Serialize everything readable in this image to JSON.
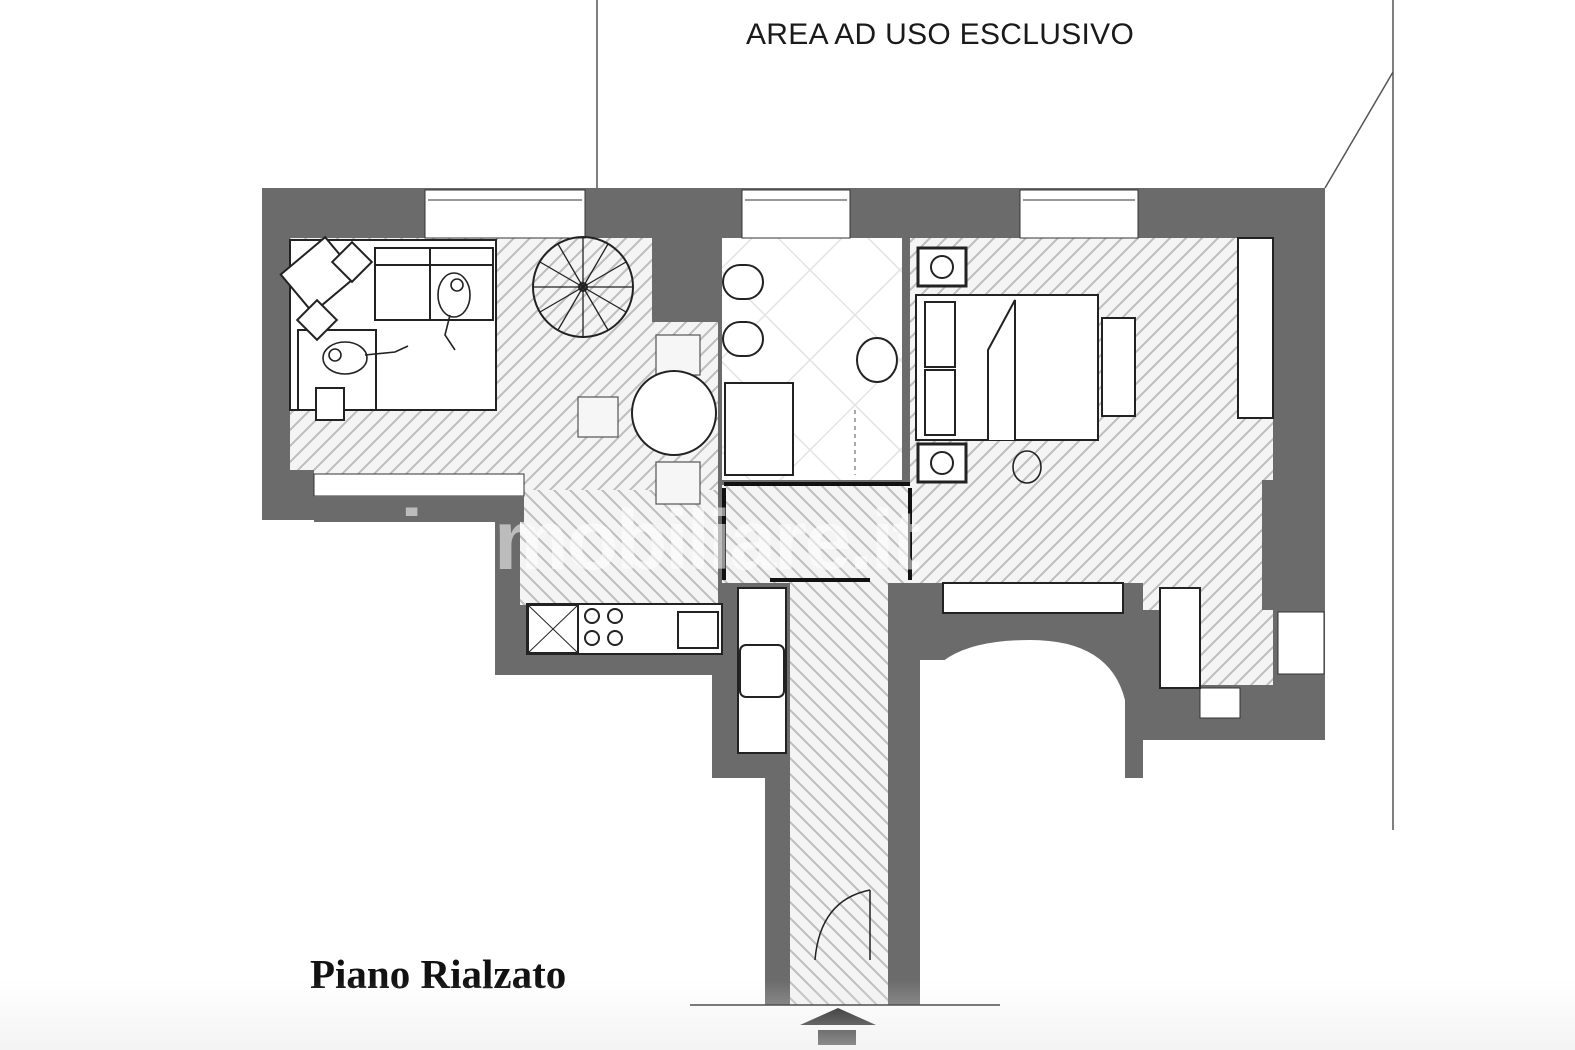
{
  "labels": {
    "exclusive_area": "AREA AD USO ESCLUSIVO",
    "floor_name": "Piano Rialzato",
    "watermark": "immobiliare.it"
  },
  "colors": {
    "wall": "#6b6b6b",
    "floor_hatch": "#bdbdbd",
    "floor_bg": "#f3f3f3",
    "line": "#1a1a1a",
    "background": "#ffffff"
  },
  "rooms": [
    {
      "name": "living-room",
      "features": [
        "sofa",
        "armchairs",
        "side-table",
        "spiral-staircase",
        "round-dining-table",
        "chairs"
      ]
    },
    {
      "name": "bathroom",
      "features": [
        "bidet",
        "toilet",
        "sink",
        "shower"
      ]
    },
    {
      "name": "bedroom",
      "features": [
        "double-bed",
        "nightstands",
        "wardrobe",
        "bench",
        "desk"
      ]
    },
    {
      "name": "kitchenette",
      "features": [
        "hob",
        "sink",
        "counter"
      ]
    },
    {
      "name": "entrance-corridor",
      "features": [
        "entry-door",
        "storage-cabinet"
      ]
    }
  ],
  "entrance": {
    "marker": "entrance-arrow-icon"
  }
}
